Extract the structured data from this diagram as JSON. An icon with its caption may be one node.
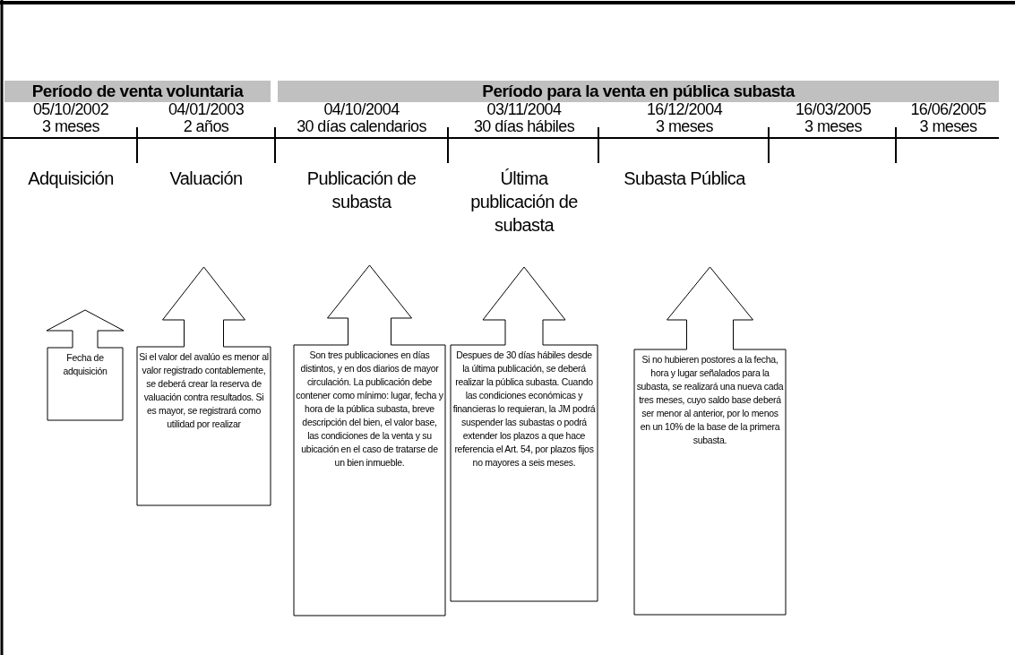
{
  "diagram": {
    "nodes": [
      {
        "text": [
          "Período de venta voluntaria"
        ]
      },
      {
        "text": [
          "Período para la venta en pública subasta"
        ]
      },
      {
        "text": [
          "Fecha de adquisición"
        ]
      },
      {
        "text": [
          "Si el valor del avalúo es menor al valor registrado contablemente, se deberá crear la reserva de valuación contra resultados. Si es mayor, se registrará como utilidad por realizar"
        ]
      },
      {
        "text": [
          "Son tres publicaciones en días distintos, y en dos diarios de mayor circulación. La publicación debe contener como mínimo: lugar, fecha y hora de la pública subasta, breve descripción del bien, el valor base, las condiciones de la venta y su ubicación en el caso de tratarse de un bien inmueble."
        ]
      },
      {
        "text": [
          "Despues de 30 días hábiles desde la última publicación, se deberá realizar la pública subasta. Cuando las condiciones económicas y financieras lo requieran, la JM podrá suspender las subastas o podrá extender los plazos a que hace referencia el Art. 54, por plazos fijos no mayores a seis meses."
        ]
      },
      {
        "text": [
          "Si no hubieren  postores a la fecha, hora y lugar señalados para la subasta, se realizará una nueva cada tres meses, cuyo saldo base  deberá ser menor al anterior, por lo menos en un 10% de la base de la primera subasta."
        ]
      }
    ],
    "labels": [
      "05/10/2002",
      "04/01/2003",
      "04/10/2004",
      "03/11/2004",
      "16/12/2004",
      "16/03/2005",
      "16/06/2005",
      "3 meses",
      "2 años",
      "30 días calendarios",
      "30 días hábiles",
      "3 meses",
      "3 meses",
      "3 meses",
      "Adquisición",
      "Valuación",
      "Publicación de subasta",
      "Última publicación de subasta",
      "Subasta Pública"
    ]
  }
}
